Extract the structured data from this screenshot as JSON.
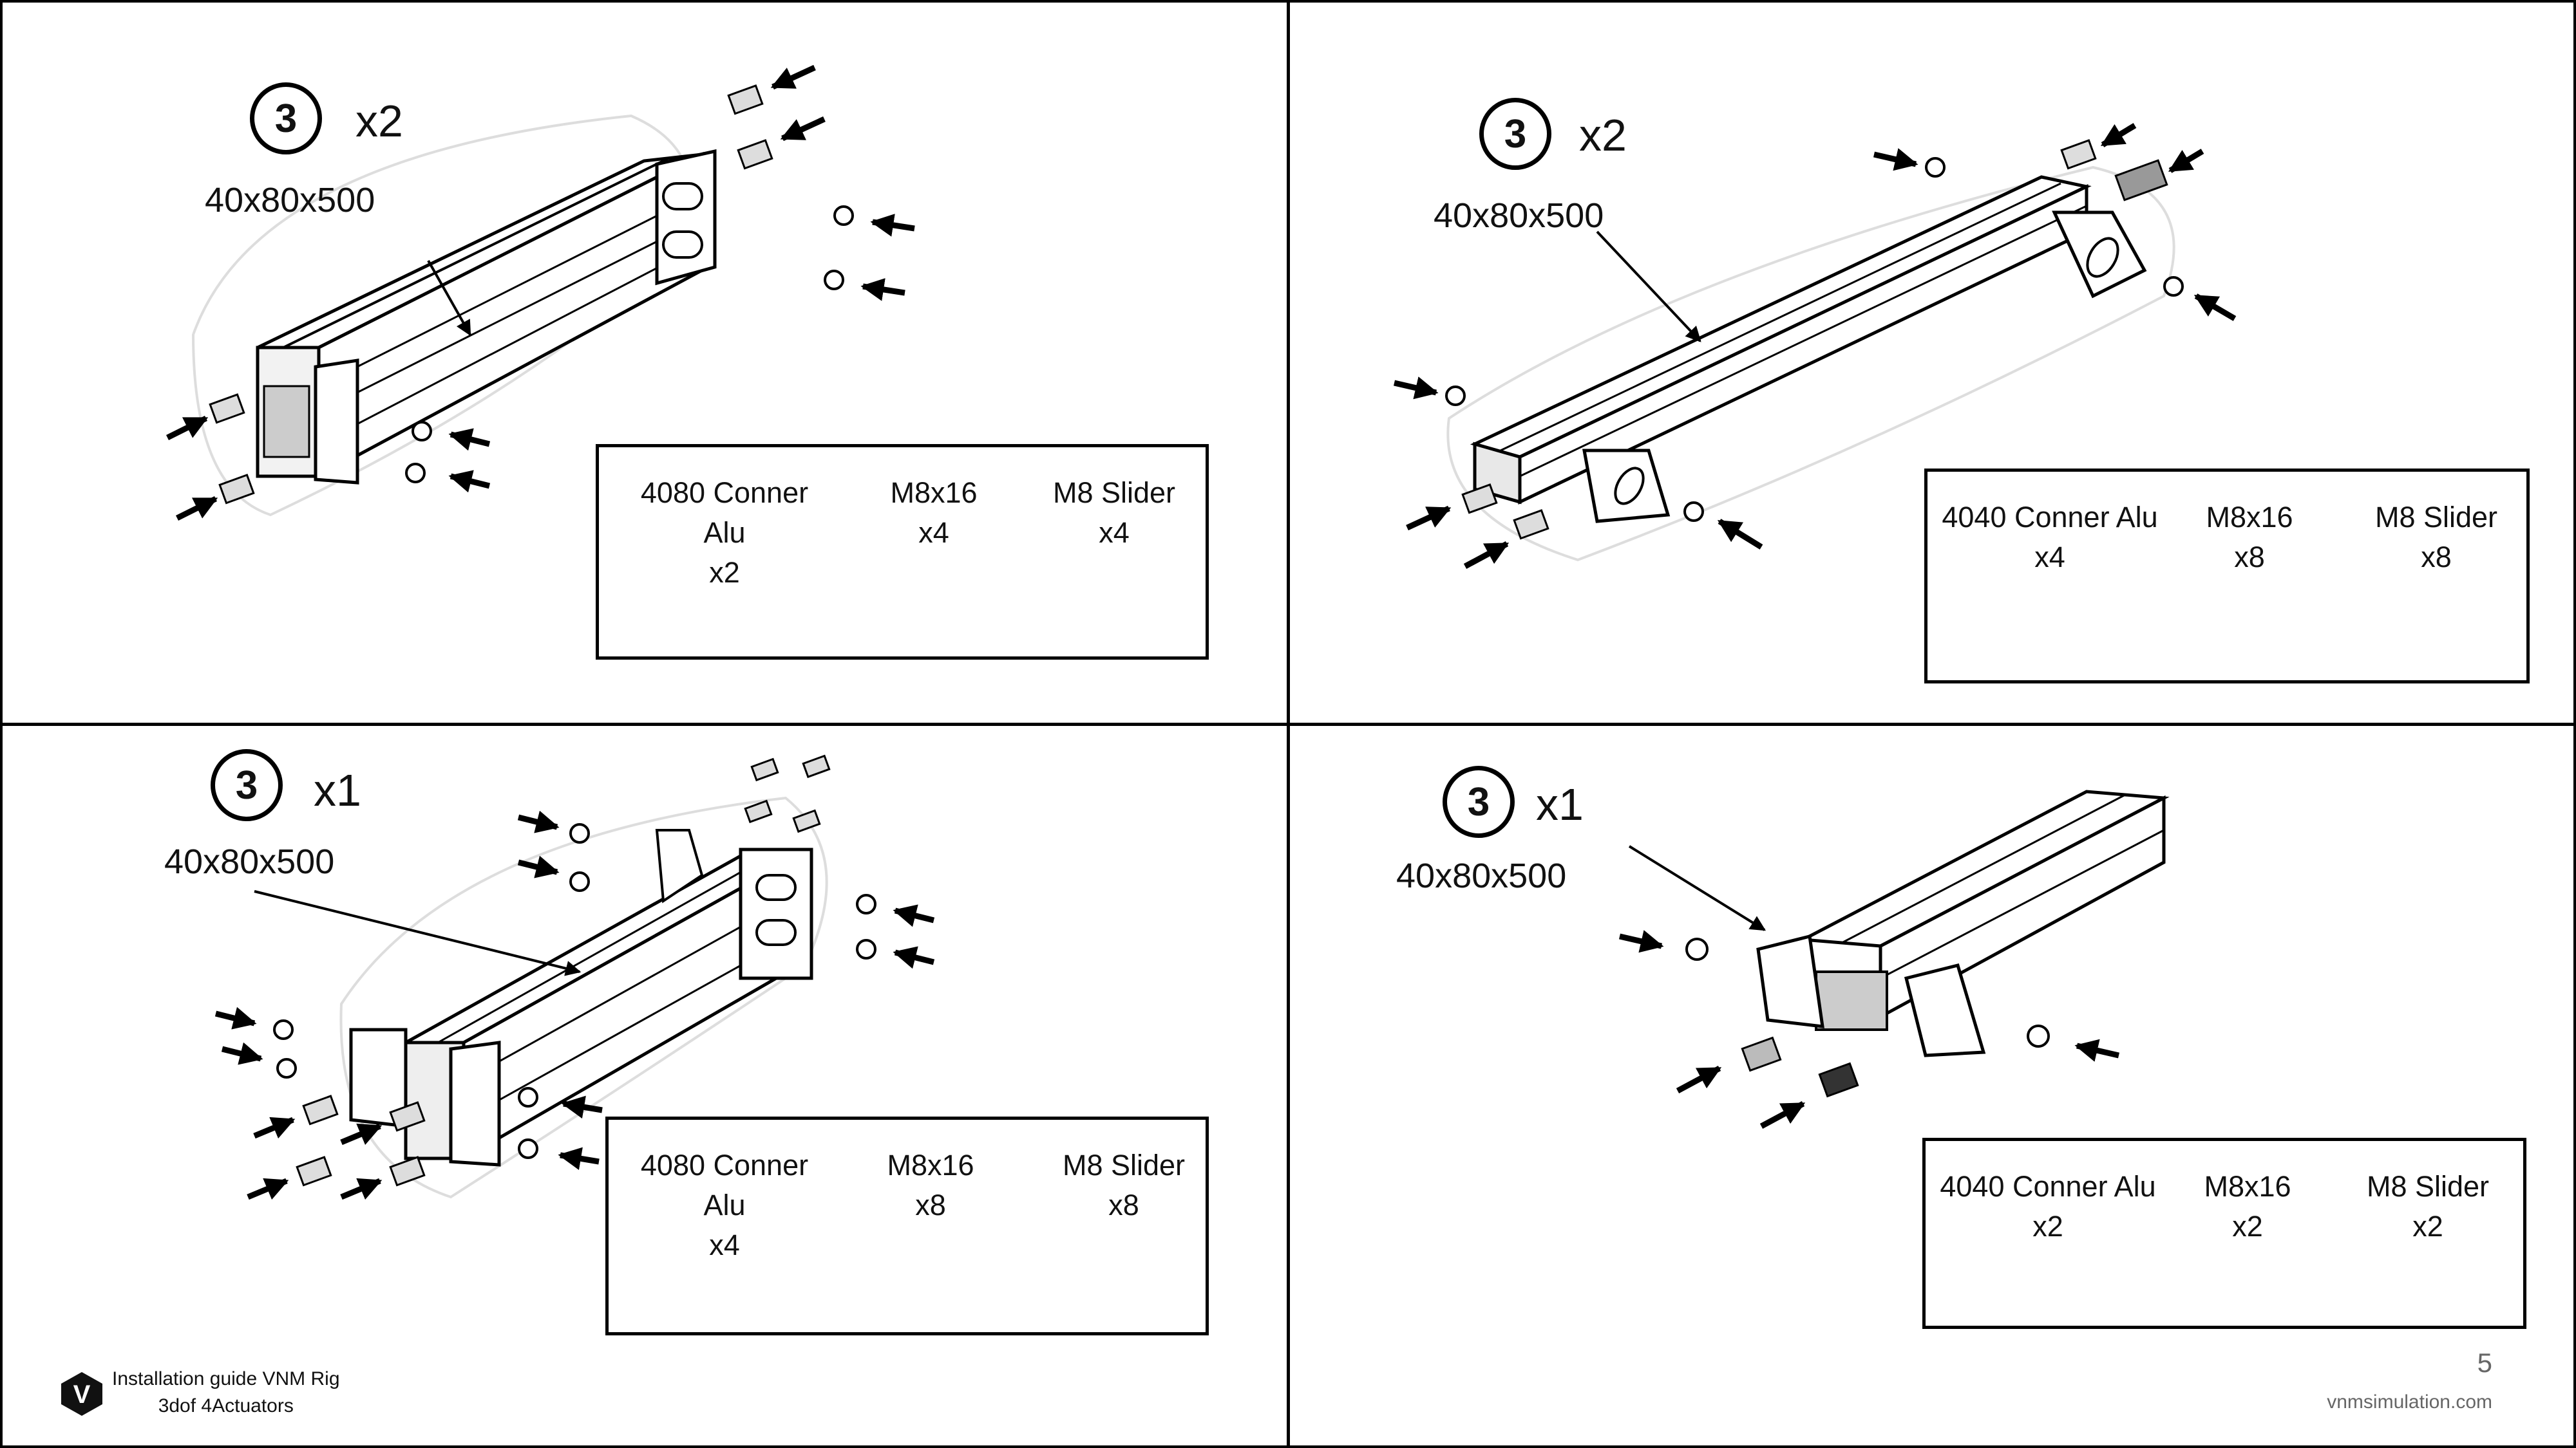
{
  "panels": [
    {
      "step": "3",
      "multiplier": "x2",
      "profile": "40x80x500",
      "parts": [
        {
          "name": "4080 Conner Alu",
          "qty": "x2"
        },
        {
          "name": "M8x16",
          "qty": "x4"
        },
        {
          "name": "M8 Slider",
          "qty": "x4"
        }
      ]
    },
    {
      "step": "3",
      "multiplier": "x2",
      "profile": "40x80x500",
      "parts": [
        {
          "name": "4040 Conner Alu",
          "qty": "x4"
        },
        {
          "name": "M8x16",
          "qty": "x8"
        },
        {
          "name": "M8 Slider",
          "qty": "x8"
        }
      ]
    },
    {
      "step": "3",
      "multiplier": "x1",
      "profile": "40x80x500",
      "parts": [
        {
          "name": "4080 Conner Alu",
          "qty": "x4"
        },
        {
          "name": "M8x16",
          "qty": "x8"
        },
        {
          "name": "M8 Slider",
          "qty": "x8"
        }
      ]
    },
    {
      "step": "3",
      "multiplier": "x1",
      "profile": "40x80x500",
      "parts": [
        {
          "name": "4040 Conner Alu",
          "qty": "x2"
        },
        {
          "name": "M8x16",
          "qty": "x2"
        },
        {
          "name": "M8 Slider",
          "qty": "x2"
        }
      ]
    }
  ],
  "footer": {
    "logo_letter": "V",
    "line1": "Installation guide VNM Rig",
    "line2": "3dof 4Actuators",
    "page_number": "5",
    "website": "vnmsimulation.com"
  }
}
